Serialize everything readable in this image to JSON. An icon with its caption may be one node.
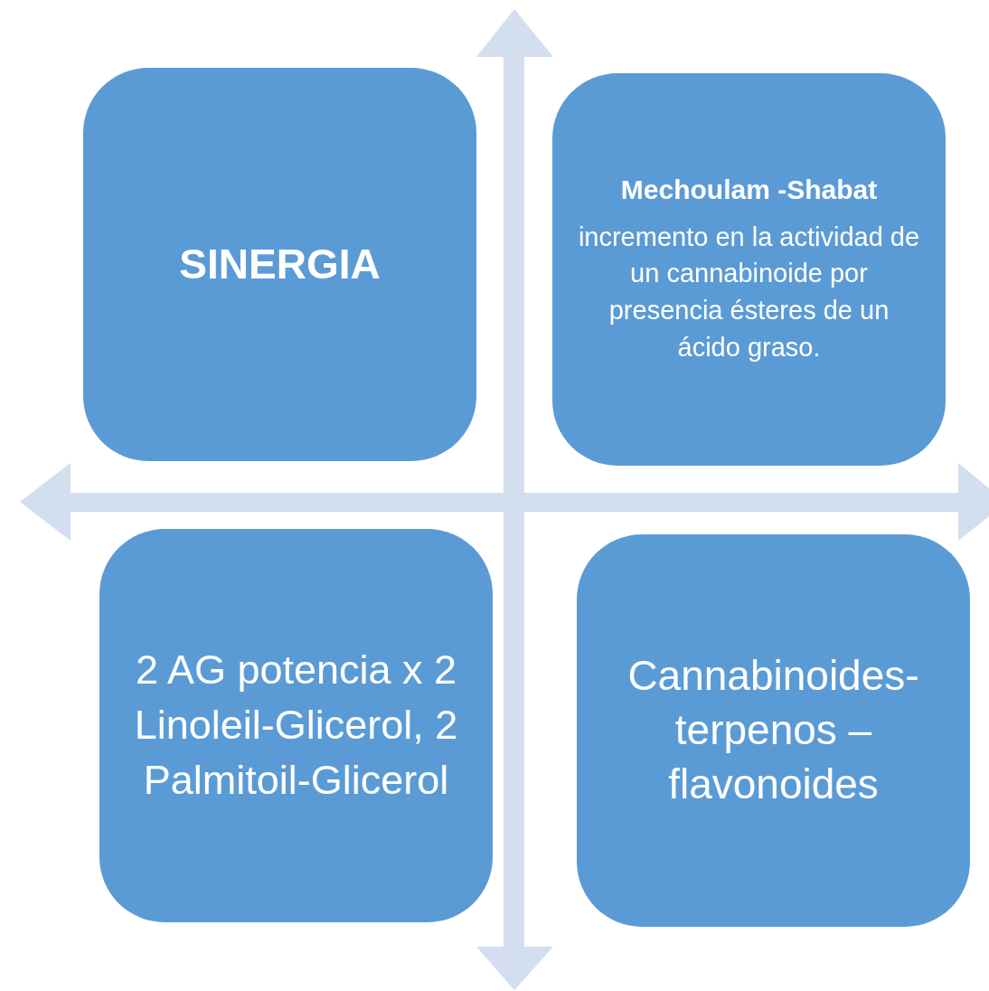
{
  "diagram": {
    "nodes": [
      {
        "text": [
          "SINERGIA"
        ]
      },
      {
        "text": [
          "Mechoulam -Shabat",
          "incremento en la actividad de un cannabinoide por presencia  ésteres de un ácido graso."
        ]
      },
      {
        "text": [
          "2 AG potencia x 2 Linoleil-Glicerol, 2 Palmitoil-Glicerol"
        ]
      },
      {
        "text": [
          "Cannabinoides-terpenos – flavonoides"
        ]
      }
    ]
  }
}
